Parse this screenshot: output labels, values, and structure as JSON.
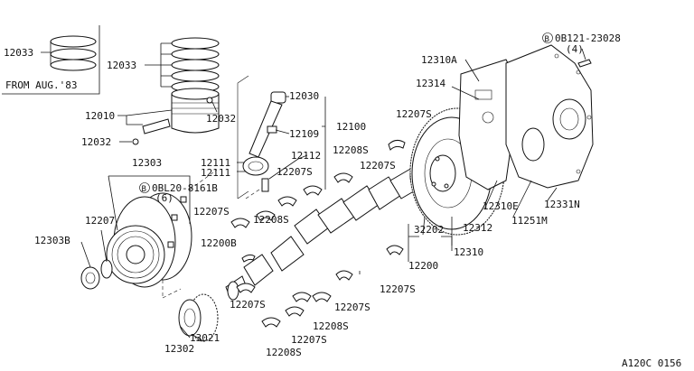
{
  "labels": {
    "p12033a": "12033",
    "from_aug": "FROM AUG.'83",
    "p12033b": "12033",
    "p12010": "12010",
    "p12032a": "12032",
    "p12032b": "12032",
    "p12030": "12030",
    "p12100": "12100",
    "p12109": "12109",
    "p12111a": "12111",
    "p12111b": "12111",
    "p12112": "12112",
    "p12303": "12303",
    "bolt1": "0BL20-8161B",
    "bolt1_qty": "(6)",
    "p12207a": "12207",
    "p12303b": "12303B",
    "p12207s_1": "12207S",
    "p12200b": "12200B",
    "p12208s_1": "12208S",
    "p12207s_2": "12207S",
    "p12208s_2": "12208S",
    "p12207s_3": "12207S",
    "p12207s_4": "12207S",
    "p12207s_5": "12207S",
    "p12207s_6": "12207S",
    "p12208s_3": "12208S",
    "p12207s_7": "12207S",
    "p12208s_4": "12208S",
    "p12207s_8": "12207S",
    "p12302": "12302",
    "p13021": "13021",
    "p32202": "32202",
    "p12312": "12312",
    "p12310": "12310",
    "p12200": "12200",
    "p12310a": "12310A",
    "p12314": "12314",
    "p12310e": "12310E",
    "p11251m": "11251M",
    "p12331n": "12331N",
    "bolt2": "0B121-23028",
    "bolt2_qty": "(4)",
    "ref_code": "A120C 0156"
  }
}
